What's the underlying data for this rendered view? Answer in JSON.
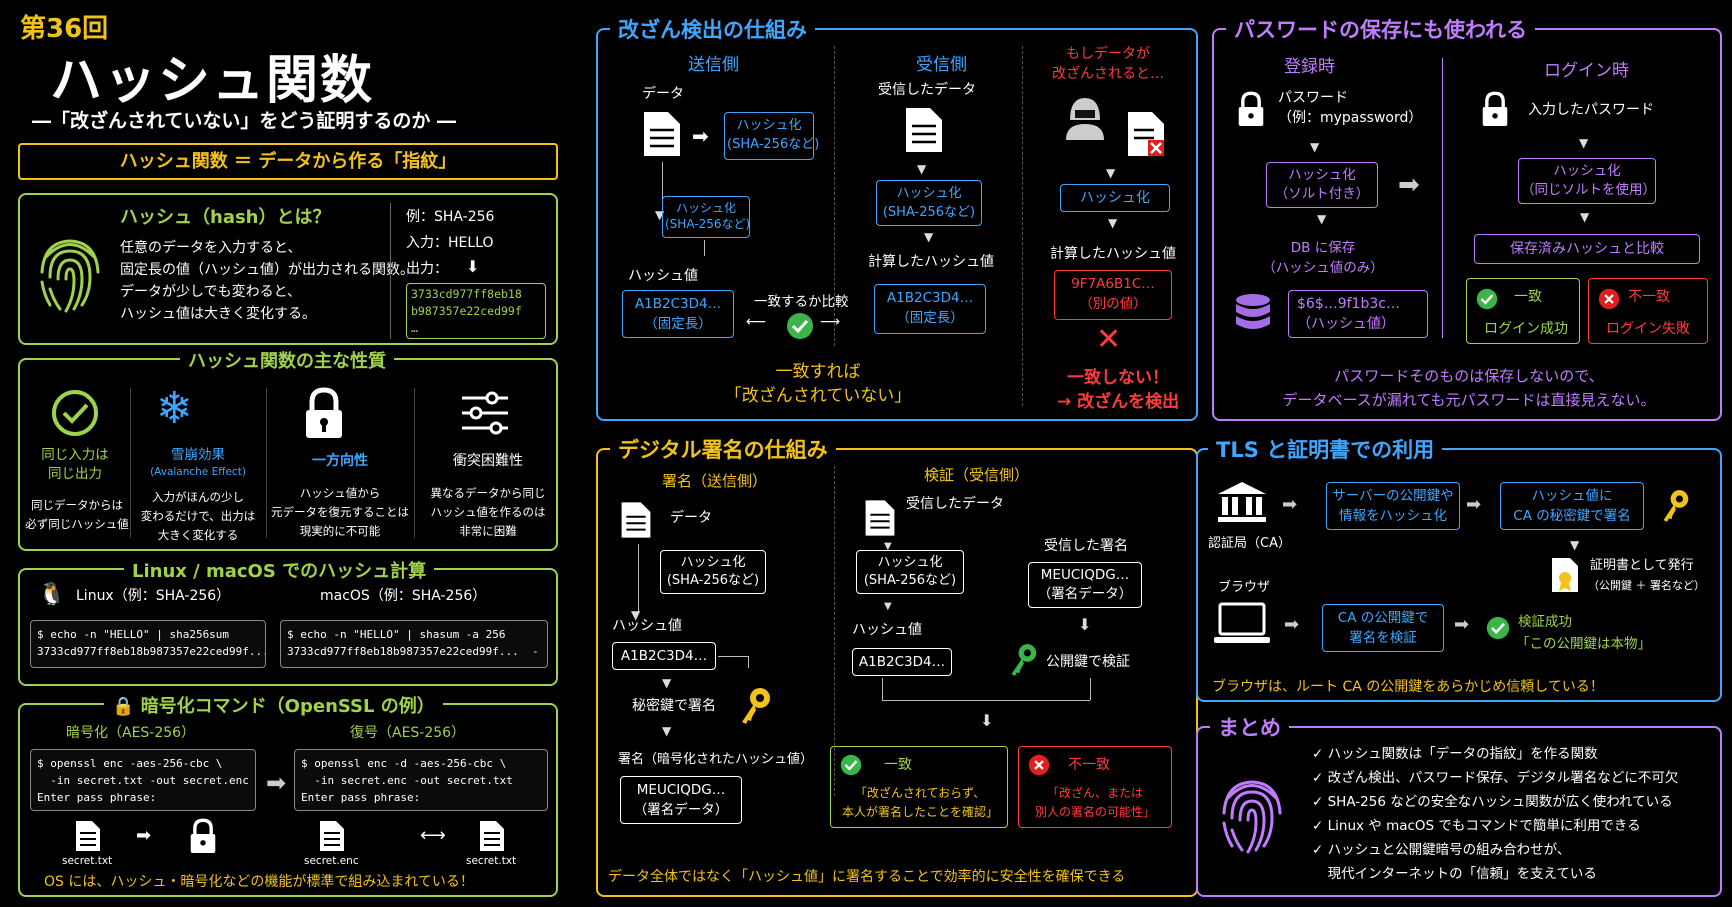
{
  "header": {
    "episode": "第36回",
    "title": "ハッシュ関数",
    "subtitle": "―「改ざんされていない」をどう証明するのか ―",
    "banner": "ハッシュ関数 ＝ データから作る「指紋」"
  },
  "what": {
    "title": "ハッシュ（hash）とは？",
    "lines": [
      "任意のデータを入力すると、",
      "固定長の値（ハッシュ値）が出力される関数。",
      "データが少しでも変わると、",
      "ハッシュ値は大きく変化する。"
    ],
    "ex_label": "例：SHA-256",
    "input_label": "入力：HELLO",
    "output_label": "出力：",
    "output_value": "3733cd977ff8eb18\nb987357e22ced99f\n…"
  },
  "props": {
    "title": "ハッシュ関数の主な性質",
    "items": [
      {
        "name": "同じ入力は\n同じ出力",
        "desc": "同じデータからは\n必ず同じハッシュ値"
      },
      {
        "name": "雪崩効果",
        "sub": "(Avalanche Effect)",
        "desc": "入力がほんの少し\n変わるだけで、出力は\n大きく変化する"
      },
      {
        "name": "一方向性",
        "desc": "ハッシュ値から\n元データを復元することは\n現実的に不可能"
      },
      {
        "name": "衝突困難性",
        "desc": "異なるデータから同じ\nハッシュ値を作るのは\n非常に困難"
      }
    ]
  },
  "cmd": {
    "title": "Linux / macOS でのハッシュ計算",
    "linux_label": "Linux（例：SHA-256）",
    "mac_label": "macOS（例：SHA-256）",
    "linux_term": "$ echo -n \"HELLO\" | sha256sum\n3733cd977ff8eb18b987357e22ced99f...",
    "mac_term": "$ echo -n \"HELLO\" | shasum -a 256\n3733cd977ff8eb18b987357e22ced99f...  -"
  },
  "enc": {
    "title": "暗号化コマンド（OpenSSL の例）",
    "enc_label": "暗号化（AES-256）",
    "dec_label": "復号（AES-256）",
    "enc_term": "$ openssl enc -aes-256-cbc \\\n  -in secret.txt -out secret.enc\nEnter pass phrase:",
    "dec_term": "$ openssl enc -d -aes-256-cbc \\\n  -in secret.enc -out secret.txt\nEnter pass phrase:",
    "file1": "secret.txt",
    "file2": "secret.enc",
    "file3": "secret.txt",
    "footer": "OS には、ハッシュ・暗号化などの機能が標準で組み込まれている！"
  },
  "tamper": {
    "title": "改ざん検出の仕組み",
    "sender": "送信側",
    "receiver": "受信側",
    "attack": "もしデータが\n改ざんされると…",
    "data": "データ",
    "hash_box": "ハッシュ化\n(SHA-256など)",
    "hash_box2": "ハッシュ化\n(SHA-256など)",
    "hash_box3": "ハッシュ化\n(SHA-256など)",
    "hash_value_label": "ハッシュ値",
    "hash_value": "A1B2C3D4…\n（固定長）",
    "compare": "一致するか比較",
    "recv_data": "受信したデータ",
    "calc_hash": "計算したハッシュ値",
    "calc_value": "A1B2C3D4…\n（固定長）",
    "attack_hash": "ハッシュ化",
    "attack_calc": "計算したハッシュ値",
    "attack_value": "9F7A6B1C…\n（別の値）",
    "match": "一致すれば\n「改ざんされていない」",
    "nomatch": "一致しない！\n→ 改ざんを検出"
  },
  "pw": {
    "title": "パスワードの保存にも使われる",
    "reg": "登録時",
    "login": "ログイン時",
    "pw_label": "パスワード\n（例：mypassword）",
    "hash_salt": "ハッシュ化\n（ソルト付き）",
    "db": "DB に保存\n（ハッシュ値のみ）",
    "db_value": "$6$…9f1b3c…\n（ハッシュ値）",
    "input_pw": "入力したパスワード",
    "hash_same": "ハッシュ化\n（同じソルトを使用）",
    "compare": "保存済みハッシュと比較",
    "ok": "一致",
    "ok_sub": "ログイン成功",
    "ng": "不一致",
    "ng_sub": "ログイン失敗",
    "footer": "パスワードそのものは保存しないので、\nデータベースが漏れても元パスワードは直接見えない。"
  },
  "sig": {
    "title": "デジタル署名の仕組み",
    "sign": "署名（送信側）",
    "verify": "検証（受信側）",
    "data": "データ",
    "hash_box": "ハッシュ化\n(SHA-256など)",
    "hash_value": "ハッシュ値",
    "hash_v": "A1B2C3D4…",
    "priv": "秘密鍵で署名",
    "sig_label": "署名（暗号化されたハッシュ値）",
    "sig_value": "MEUCIQDG…\n（署名データ）",
    "recv_data": "受信したデータ",
    "v_hash_box": "ハッシュ化\n(SHA-256など)",
    "v_hash_label": "ハッシュ値",
    "v_hash": "A1B2C3D4…",
    "recv_sig": "受信した署名",
    "recv_sig_value": "MEUCIQDG…\n（署名データ）",
    "pub": "公開鍵で検証",
    "ok": "一致",
    "ok_desc": "「改ざんされておらず、\n本人が署名したことを確認」",
    "ng": "不一致",
    "ng_desc": "「改ざん、または\n別人の署名の可能性」",
    "footer": "データ全体ではなく「ハッシュ値」に署名することで効率的に安全性を確保できる"
  },
  "tls": {
    "title": "TLS と証明書での利用",
    "ca": "認証局（CA）",
    "box1": "サーバーの公開鍵や\n情報をハッシュ化",
    "box2": "ハッシュ値に\nCA の秘密鍵で署名",
    "issue": "証明書として発行",
    "issue_sub": "（公開鍵 ＋ 署名など）",
    "browser": "ブラウザ",
    "box3": "CA の公開鍵で\n署名を検証",
    "ok": "検証成功",
    "ok_sub": "「この公開鍵は本物」",
    "footer": "ブラウザは、ルート CA の公開鍵をあらかじめ信頼している！"
  },
  "sum": {
    "title": "まとめ",
    "items": [
      "ハッシュ関数は「データの指紋」を作る関数",
      "改ざん検出、パスワード保存、デジタル署名などに不可欠",
      "SHA-256 などの安全なハッシュ関数が広く使われている",
      "Linux や macOS でもコマンドで簡単に利用できる",
      "ハッシュと公開鍵暗号の組み合わせが、\n現代インターネットの「信頼」を支えている"
    ]
  },
  "colors": {
    "yellow": "#f2c21b",
    "green": "#9fd34a",
    "blue": "#3fa6ff",
    "red": "#ff3b3b",
    "purple": "#c07cff"
  }
}
